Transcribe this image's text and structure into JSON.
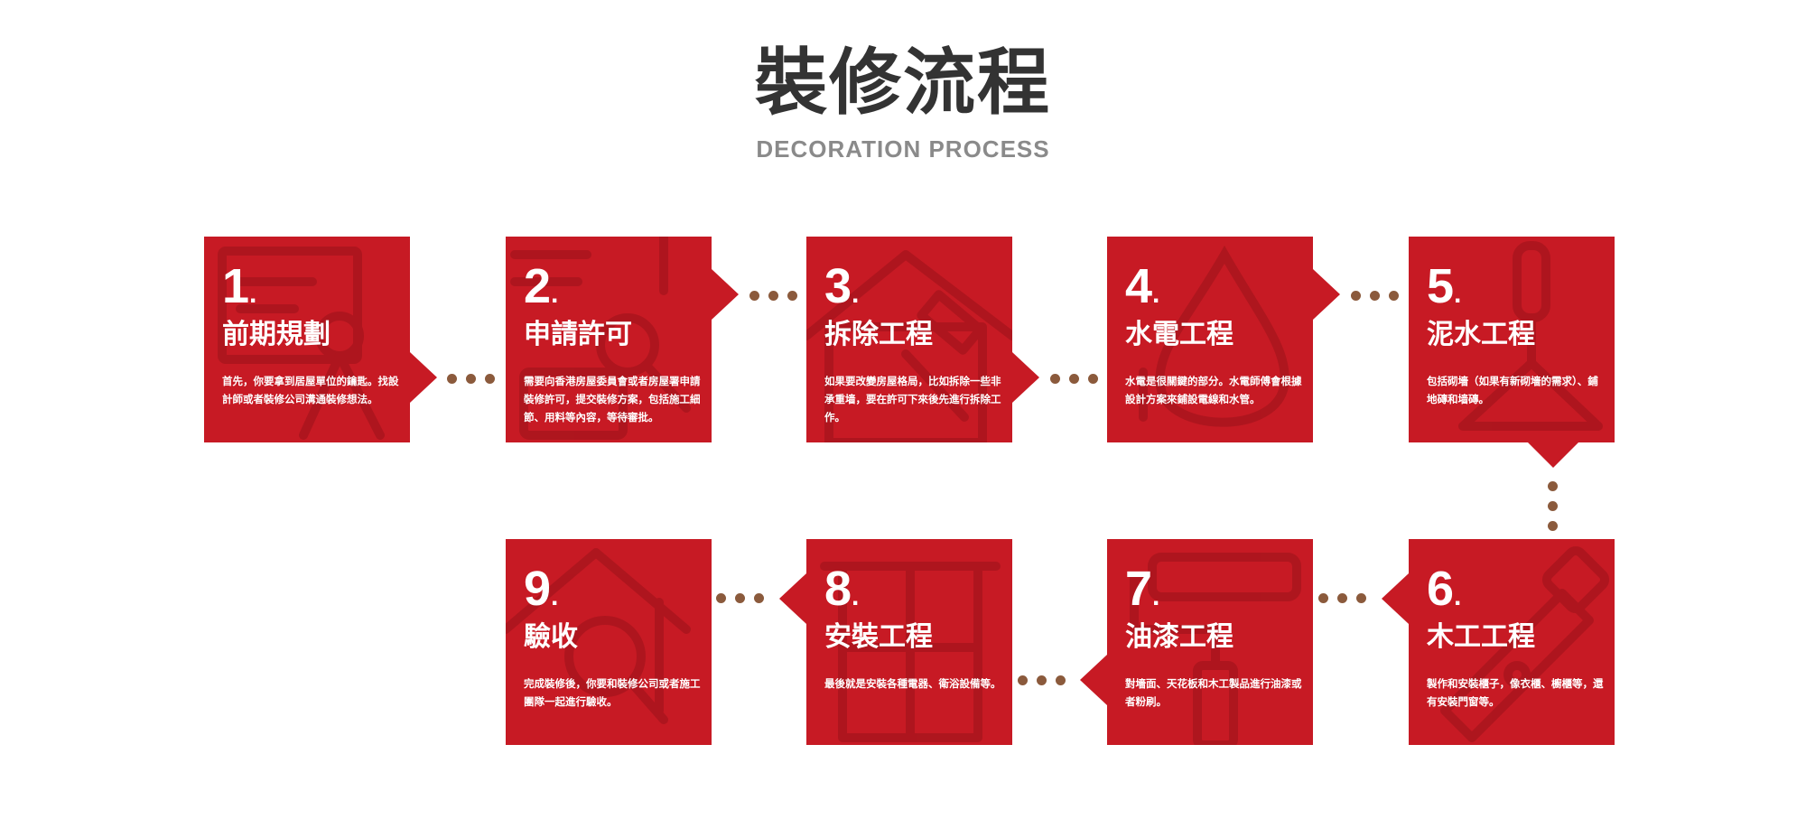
{
  "header": {
    "title": "裝修流程",
    "subtitle": "DECORATION PROCESS"
  },
  "colors": {
    "box": "#c71a24",
    "dots": "#8b5a3c",
    "title": "#333333",
    "subtitle": "#8a8a8a"
  },
  "steps": [
    {
      "number": "1",
      "title": "前期規劃",
      "desc": "首先，你要拿到居屋單位的鑰匙。找設計師或者裝修公司溝通裝修想法。",
      "icon": "drafting-icon"
    },
    {
      "number": "2",
      "title": "申請許可",
      "desc": "需要向香港房屋委員會或者房屋署申請裝修許可，提交裝修方案，包括施工細節、用料等內容，等待審批。",
      "icon": "document-search-icon"
    },
    {
      "number": "3",
      "title": "拆除工程",
      "desc": "如果要改變房屋格局，比如拆除一些非承重墙，要在許可下來後先進行拆除工作。",
      "icon": "house-hammer-icon"
    },
    {
      "number": "4",
      "title": "水電工程",
      "desc": "水電是很關鍵的部分。水電師傅會根據設計方案來鋪設電線和水管。",
      "icon": "water-drop-icon"
    },
    {
      "number": "5",
      "title": "泥水工程",
      "desc": "包括砌墻（如果有新砌墻的需求）、鋪地磚和墙磚。",
      "icon": "trowel-icon"
    },
    {
      "number": "6",
      "title": "木工工程",
      "desc": "製作和安裝櫃子，像衣櫃、櫥櫃等，還有安裝門窗等。",
      "icon": "saw-icon"
    },
    {
      "number": "7",
      "title": "油漆工程",
      "desc": "對墻面、天花板和木工製品進行油漆或者粉刷。",
      "icon": "paint-roller-icon"
    },
    {
      "number": "8",
      "title": "安裝工程",
      "desc": "最後就是安裝各種電器、衛浴設備等。",
      "icon": "window-frame-icon"
    },
    {
      "number": "9",
      "title": "驗收",
      "desc": "完成裝修後，你要和裝修公司或者施工團隊一起進行驗收。",
      "icon": "house-magnifier-icon"
    }
  ]
}
